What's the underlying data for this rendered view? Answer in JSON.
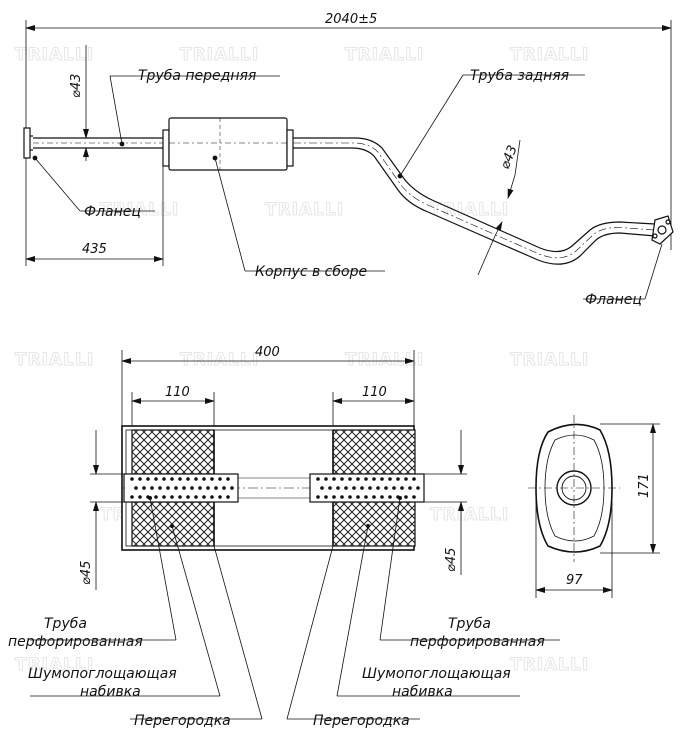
{
  "watermark": "TRIALLI",
  "top_view": {
    "overall_length": "2040±5",
    "front_pipe_diameter": "43",
    "rear_pipe_diameter": "43",
    "offset_length": "435",
    "labels": {
      "front_pipe": "Труба передняя",
      "rear_pipe": "Труба задняя",
      "flange_left": "Фланец",
      "flange_right": "Фланец",
      "body_assembly": "Корпус в сборе"
    }
  },
  "section_view": {
    "body_length": "400",
    "chamber_left": "110",
    "chamber_right": "110",
    "pipe_diameter_left": "45",
    "pipe_diameter_right": "45",
    "labels": {
      "perforated_pipe_left": [
        "Труба",
        "перфорированная"
      ],
      "perforated_pipe_right": [
        "Труба",
        "перфорированная"
      ],
      "packing_left": [
        "Шумопоглощающая",
        "набивка"
      ],
      "packing_right": [
        "Шумопоглощающая",
        "набивка"
      ],
      "baffle_left": "Перегородка",
      "baffle_right": "Перегородка"
    }
  },
  "end_view": {
    "height": "171",
    "width": "97"
  }
}
